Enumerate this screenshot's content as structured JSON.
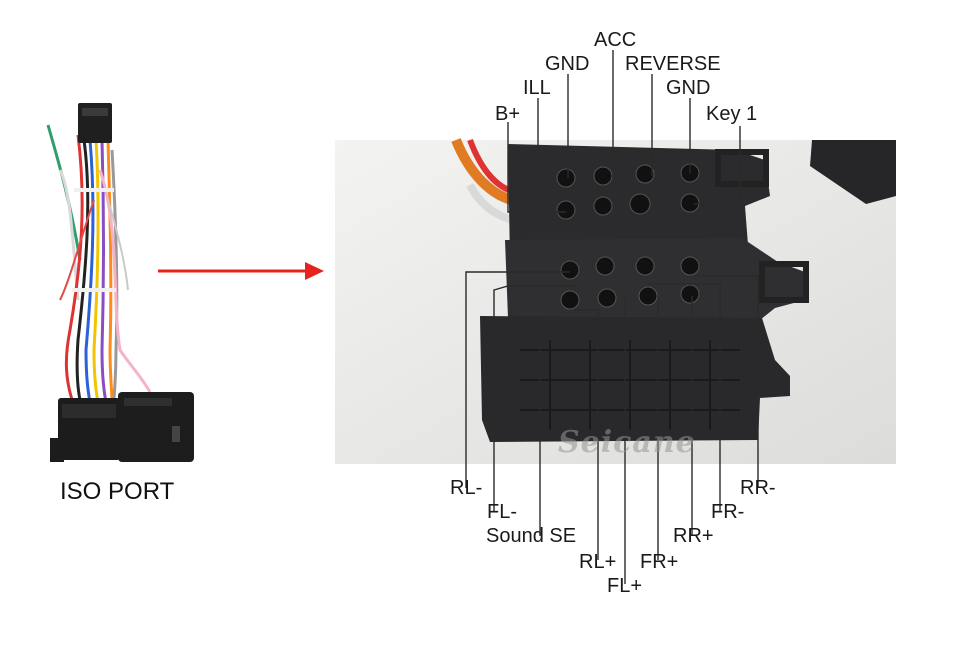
{
  "caption": "ISO PORT",
  "watermark": "Seicane",
  "colors": {
    "arrow": "#e5241f",
    "leader": "#2a2a2a",
    "connector": "#2b2b2d",
    "photo_bg": "#e9e9e7"
  },
  "pins_top": [
    "ACC",
    "GND",
    "REVERSE",
    "ILL",
    "GND",
    "B+",
    "Key 1"
  ],
  "pins_bottom": [
    "RL-",
    "FL-",
    "Sound SE",
    "RL+",
    "FL+",
    "FR+",
    "RR+",
    "FR-",
    "RR-"
  ]
}
